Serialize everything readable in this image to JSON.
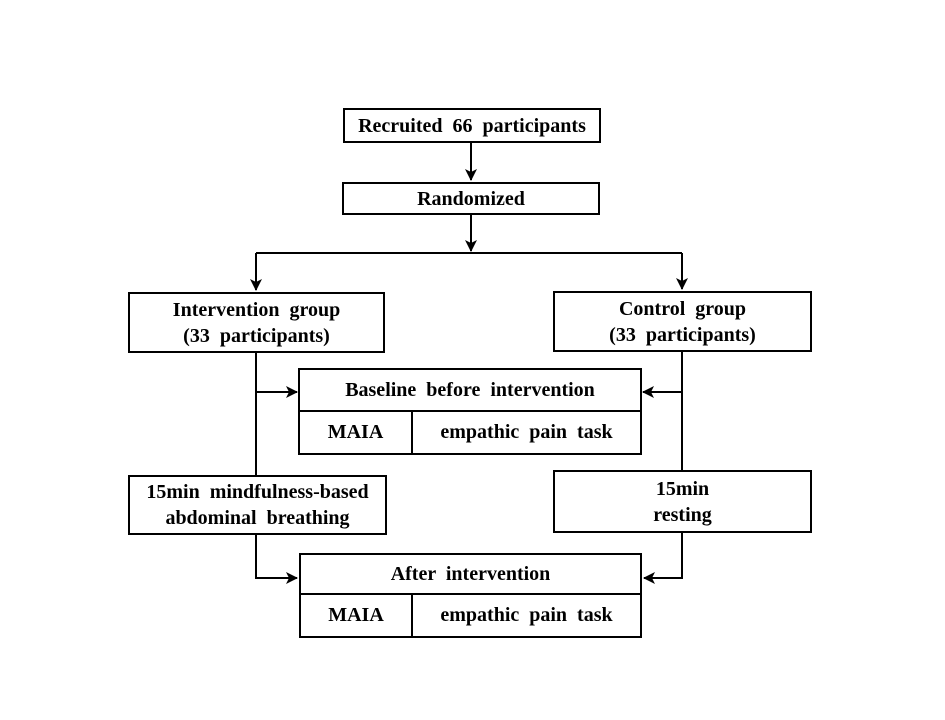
{
  "colors": {
    "line": "#000000",
    "background": "#ffffff",
    "box_fill": "#ffffff",
    "text": "#000000"
  },
  "boxes": {
    "recruited": {
      "label": "Recruited 66 participants"
    },
    "randomized": {
      "label": "Randomized"
    },
    "intervention_group": {
      "line1": "Intervention group",
      "line2": "(33 participants)"
    },
    "control_group": {
      "line1": "Control group",
      "line2": "(33 participants)"
    },
    "baseline": {
      "header": "Baseline before intervention",
      "cell_left": "MAIA",
      "cell_right": "empathic pain task"
    },
    "mindfulness": {
      "line1": "15min mindfulness-based",
      "line2": "abdominal breathing"
    },
    "resting": {
      "line1": "15min",
      "line2": "resting"
    },
    "after": {
      "header": "After intervention",
      "cell_left": "MAIA",
      "cell_right": "empathic pain task"
    }
  }
}
